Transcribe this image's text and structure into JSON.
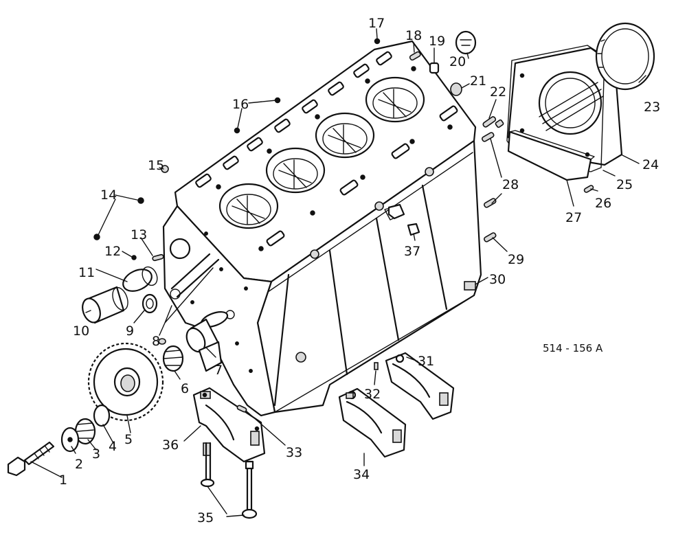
{
  "diagram": {
    "reference_code": "514 - 156 A",
    "callouts": {
      "c1": "1",
      "c2": "2",
      "c3": "3",
      "c4": "4",
      "c5": "5",
      "c6": "6",
      "c7": "7",
      "c8": "8",
      "c9": "9",
      "c10": "10",
      "c11": "11",
      "c12": "12",
      "c13": "13",
      "c14": "14",
      "c15": "15",
      "c16": "16",
      "c17": "17",
      "c18": "18",
      "c19": "19",
      "c20": "20",
      "c21": "21",
      "c22": "22",
      "c23": "23",
      "c24": "24",
      "c25": "25",
      "c26": "26",
      "c27": "27",
      "c28": "28",
      "c29": "29",
      "c30": "30",
      "c31": "31",
      "c32": "32",
      "c33": "33",
      "c34": "34",
      "c35": "35",
      "c36": "36",
      "c37": "37"
    }
  }
}
